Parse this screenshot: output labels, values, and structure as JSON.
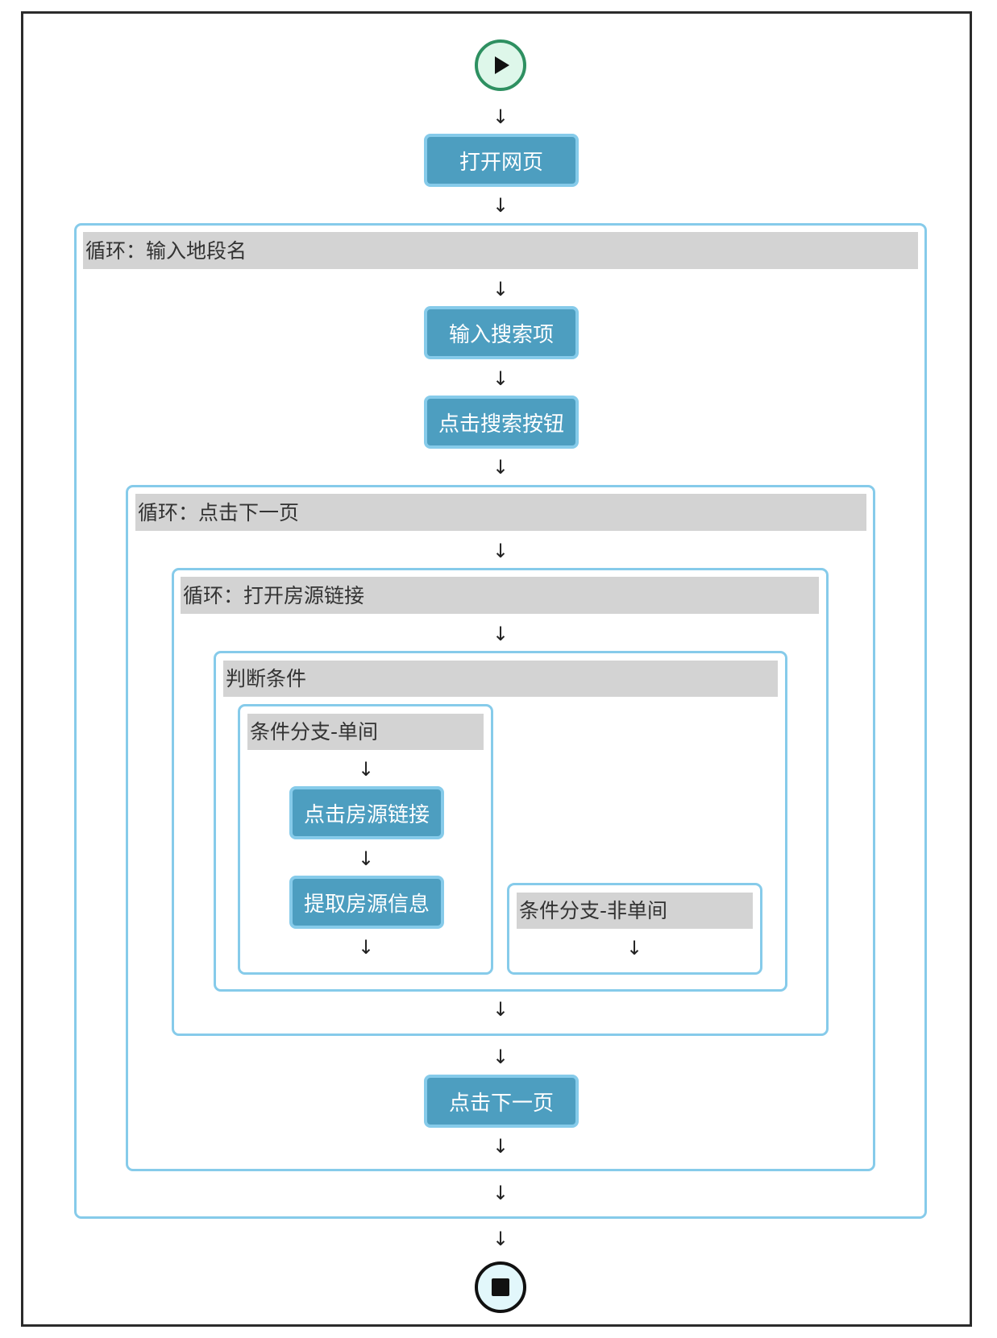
{
  "colors": {
    "action_fill": "#4d9ec0",
    "container_border": "#86cbea",
    "header_fill": "#d3d3d3",
    "start_border": "#2e9061",
    "end_border": "#111111"
  },
  "arrow_glyph": "↓",
  "start_node": {
    "icon": "play-icon"
  },
  "end_node": {
    "icon": "stop-icon"
  },
  "actions": {
    "open_page": "打开网页",
    "input_search": "输入搜索项",
    "click_search": "点击搜索按钮",
    "click_listing_link": "点击房源链接",
    "extract_listing": "提取房源信息",
    "click_next_page": "点击下一页"
  },
  "loops": {
    "input_area_name": "循环：输入地段名",
    "click_next_page": "循环：点击下一页",
    "open_listing_link": "循环：打开房源链接"
  },
  "condition": {
    "title": "判断条件",
    "branch_single": "条件分支-单间",
    "branch_non_single": "条件分支-非单间"
  }
}
